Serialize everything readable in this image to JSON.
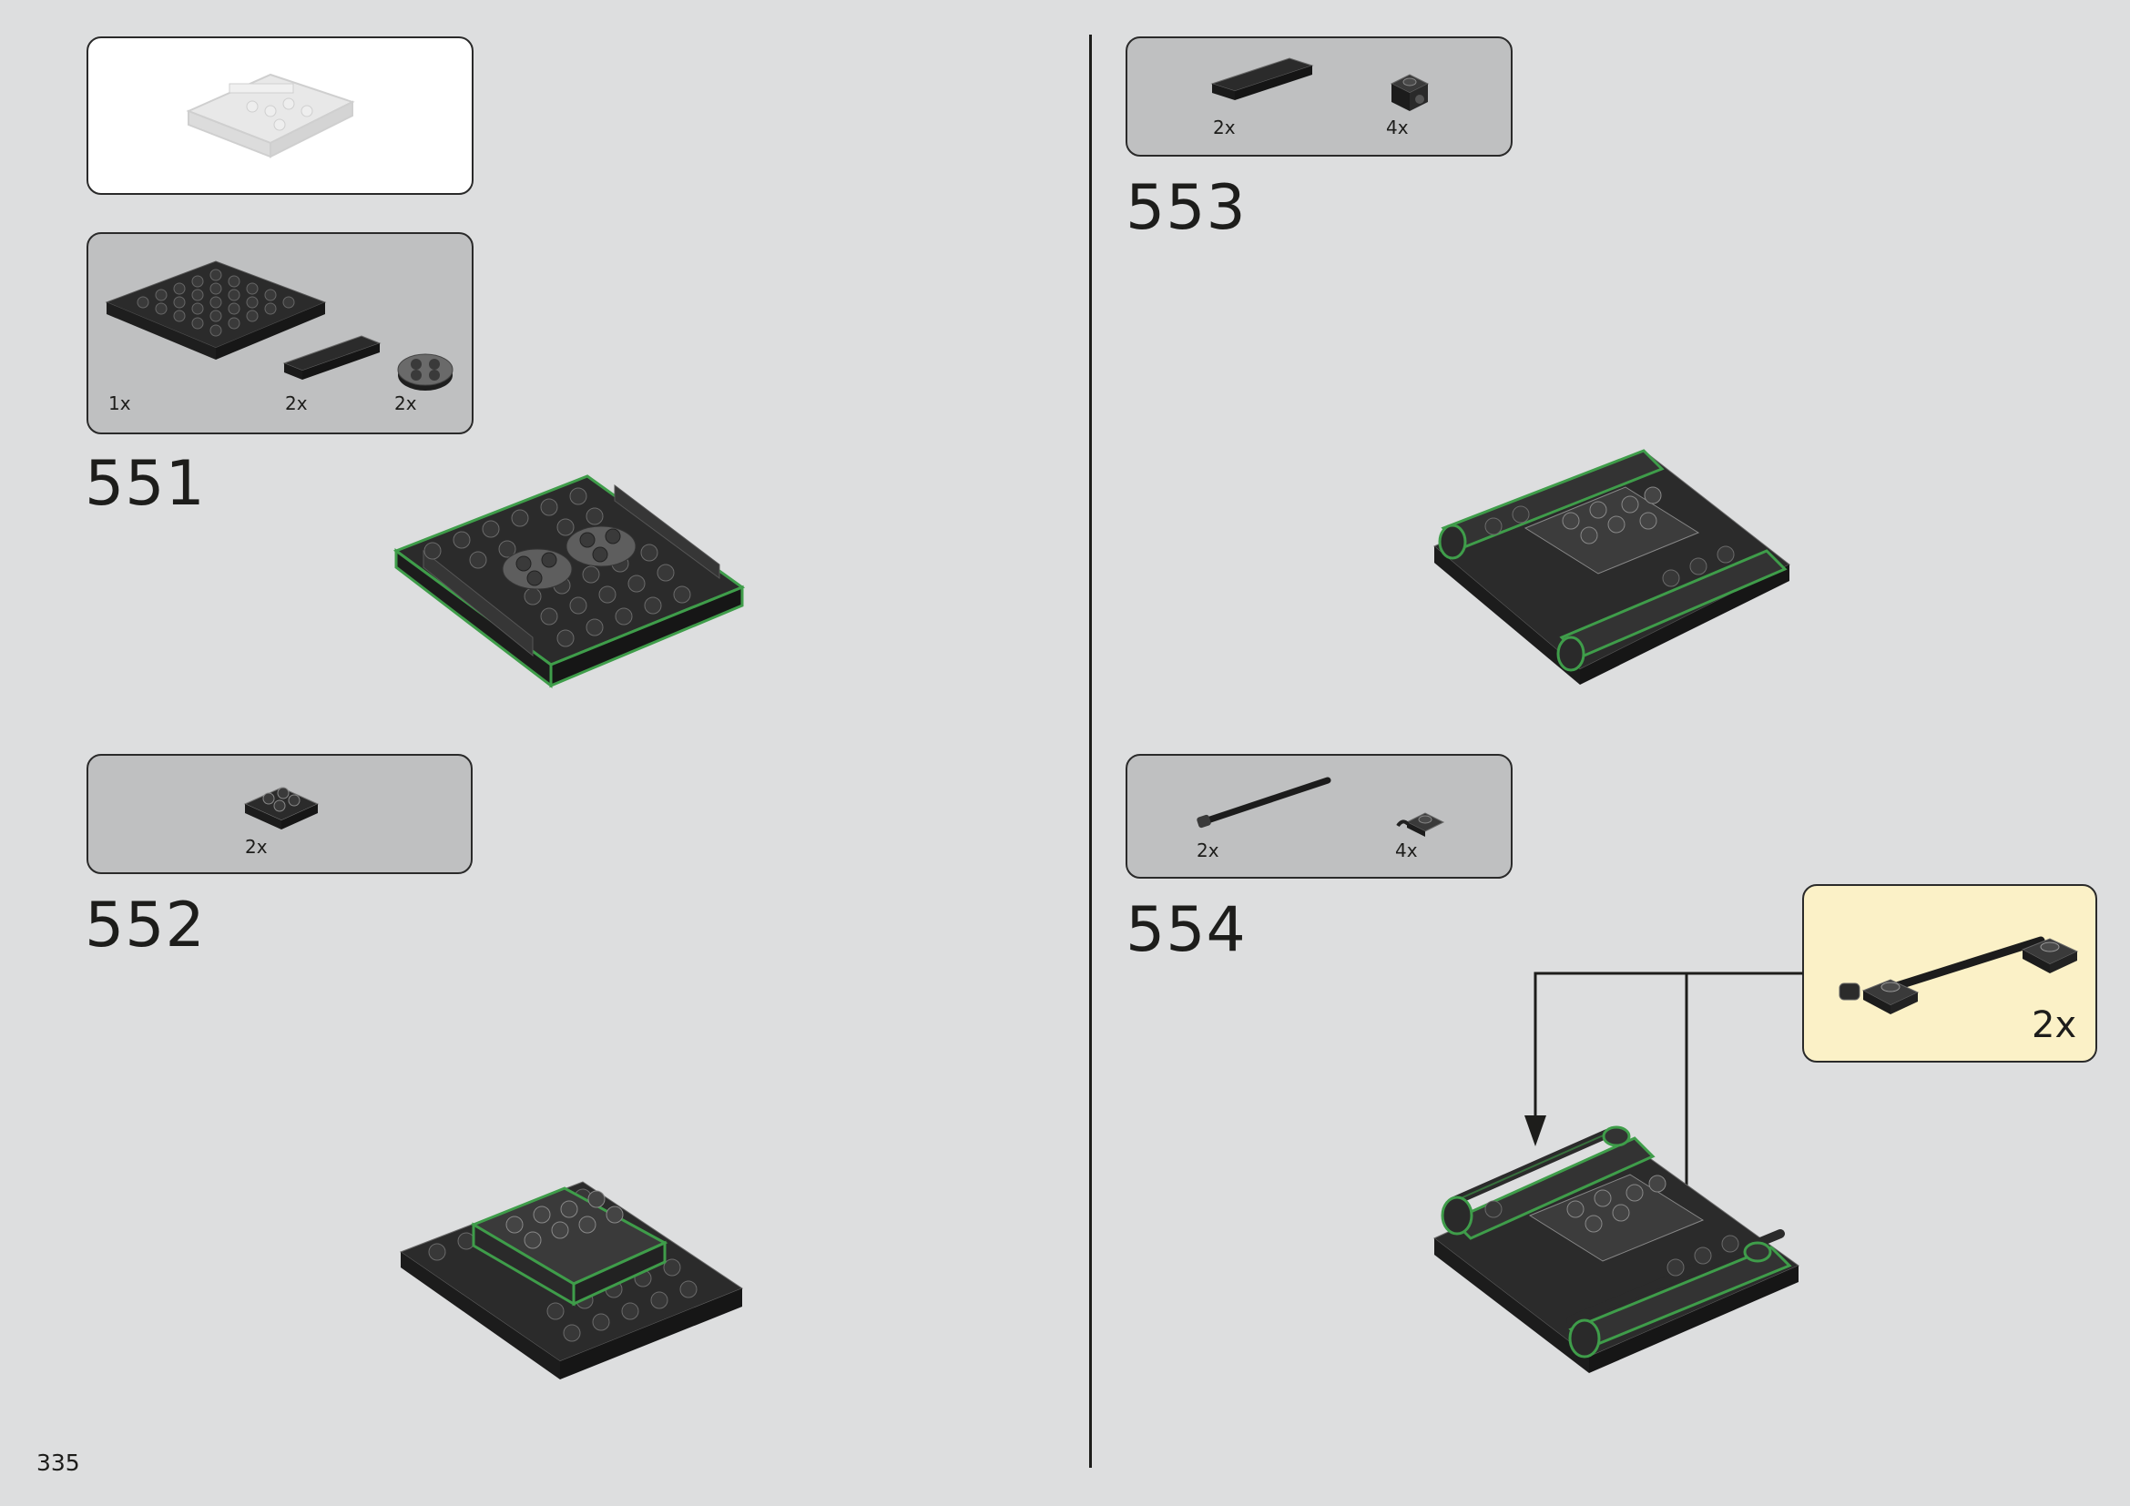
{
  "page_number": "335",
  "left_column": {
    "submodel_preview": {},
    "step_551": {
      "number": "551",
      "parts": [
        {
          "qty": "1x",
          "part": "plate-6x6-icon"
        },
        {
          "qty": "2x",
          "part": "tile-1x4-icon"
        },
        {
          "qty": "2x",
          "part": "round-plate-2x2-icon"
        }
      ]
    },
    "step_552": {
      "number": "552",
      "parts": [
        {
          "qty": "2x",
          "part": "plate-stack-subassembly-icon"
        }
      ]
    }
  },
  "right_column": {
    "step_553": {
      "number": "553",
      "parts": [
        {
          "qty": "2x",
          "part": "tile-1x4-icon"
        },
        {
          "qty": "4x",
          "part": "bracket-1x1-icon"
        }
      ]
    },
    "step_554": {
      "number": "554",
      "parts": [
        {
          "qty": "2x",
          "part": "bar-icon"
        },
        {
          "qty": "4x",
          "part": "clip-plate-icon"
        }
      ],
      "callout": {
        "qty": "2x",
        "part": "bar-with-clips-subassembly-icon"
      }
    }
  },
  "colors": {
    "page_background": "#dddedf",
    "parts_box": "#bfc0c1",
    "callout_box": "#fbf1c7",
    "highlight": "#3f9d4a",
    "brick": "#2b2b2b"
  }
}
